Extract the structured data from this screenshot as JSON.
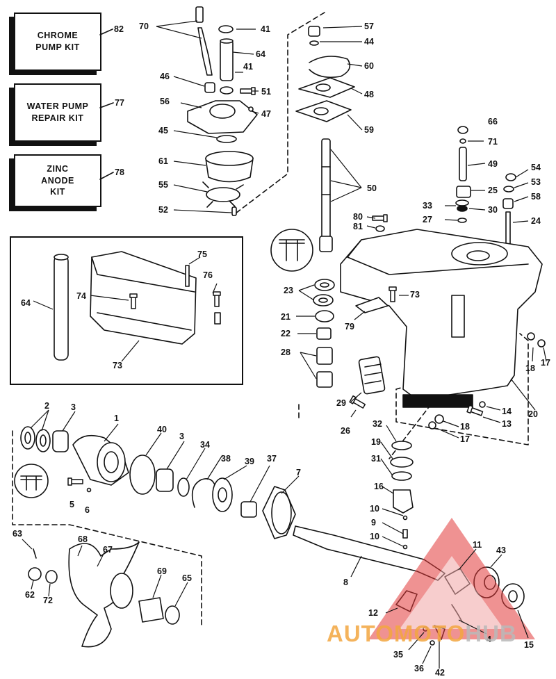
{
  "kits": [
    {
      "id": "chrome_pump",
      "text": "CHROME\nPUMP KIT",
      "number": "82"
    },
    {
      "id": "water_pump",
      "text": "WATER PUMP\nREPAIR KIT",
      "number": "77"
    },
    {
      "id": "zinc_anode",
      "text": "ZINC\nANODE\nKIT",
      "number": "78"
    }
  ],
  "callouts": [
    "70",
    "41",
    "64",
    "46",
    "41",
    "51",
    "56",
    "47",
    "45",
    "61",
    "55",
    "52",
    "57",
    "44",
    "60",
    "48",
    "59",
    "50",
    "66",
    "71",
    "49",
    "54",
    "53",
    "25",
    "58",
    "33",
    "30",
    "27",
    "24",
    "80",
    "81",
    "23",
    "21",
    "22",
    "28",
    "73",
    "79",
    "18",
    "17",
    "20",
    "29",
    "26",
    "14",
    "13",
    "18",
    "17",
    "75",
    "76",
    "74",
    "64",
    "73",
    "2",
    "3",
    "1",
    "40",
    "3",
    "34",
    "38",
    "39",
    "37",
    "7",
    "5",
    "6",
    "32",
    "19",
    "31",
    "16",
    "10",
    "9",
    "10",
    "63",
    "68",
    "67",
    "62",
    "72",
    "69",
    "65",
    "8",
    "11",
    "43",
    "12",
    "4",
    "15",
    "35",
    "36",
    "42"
  ],
  "watermark": {
    "part1": "AUTOMOTO",
    "part2": "HUB",
    "accent": "#e23a3a",
    "orange": "#f3a640"
  },
  "colors": {
    "ink": "#111111",
    "background": "#ffffff"
  }
}
